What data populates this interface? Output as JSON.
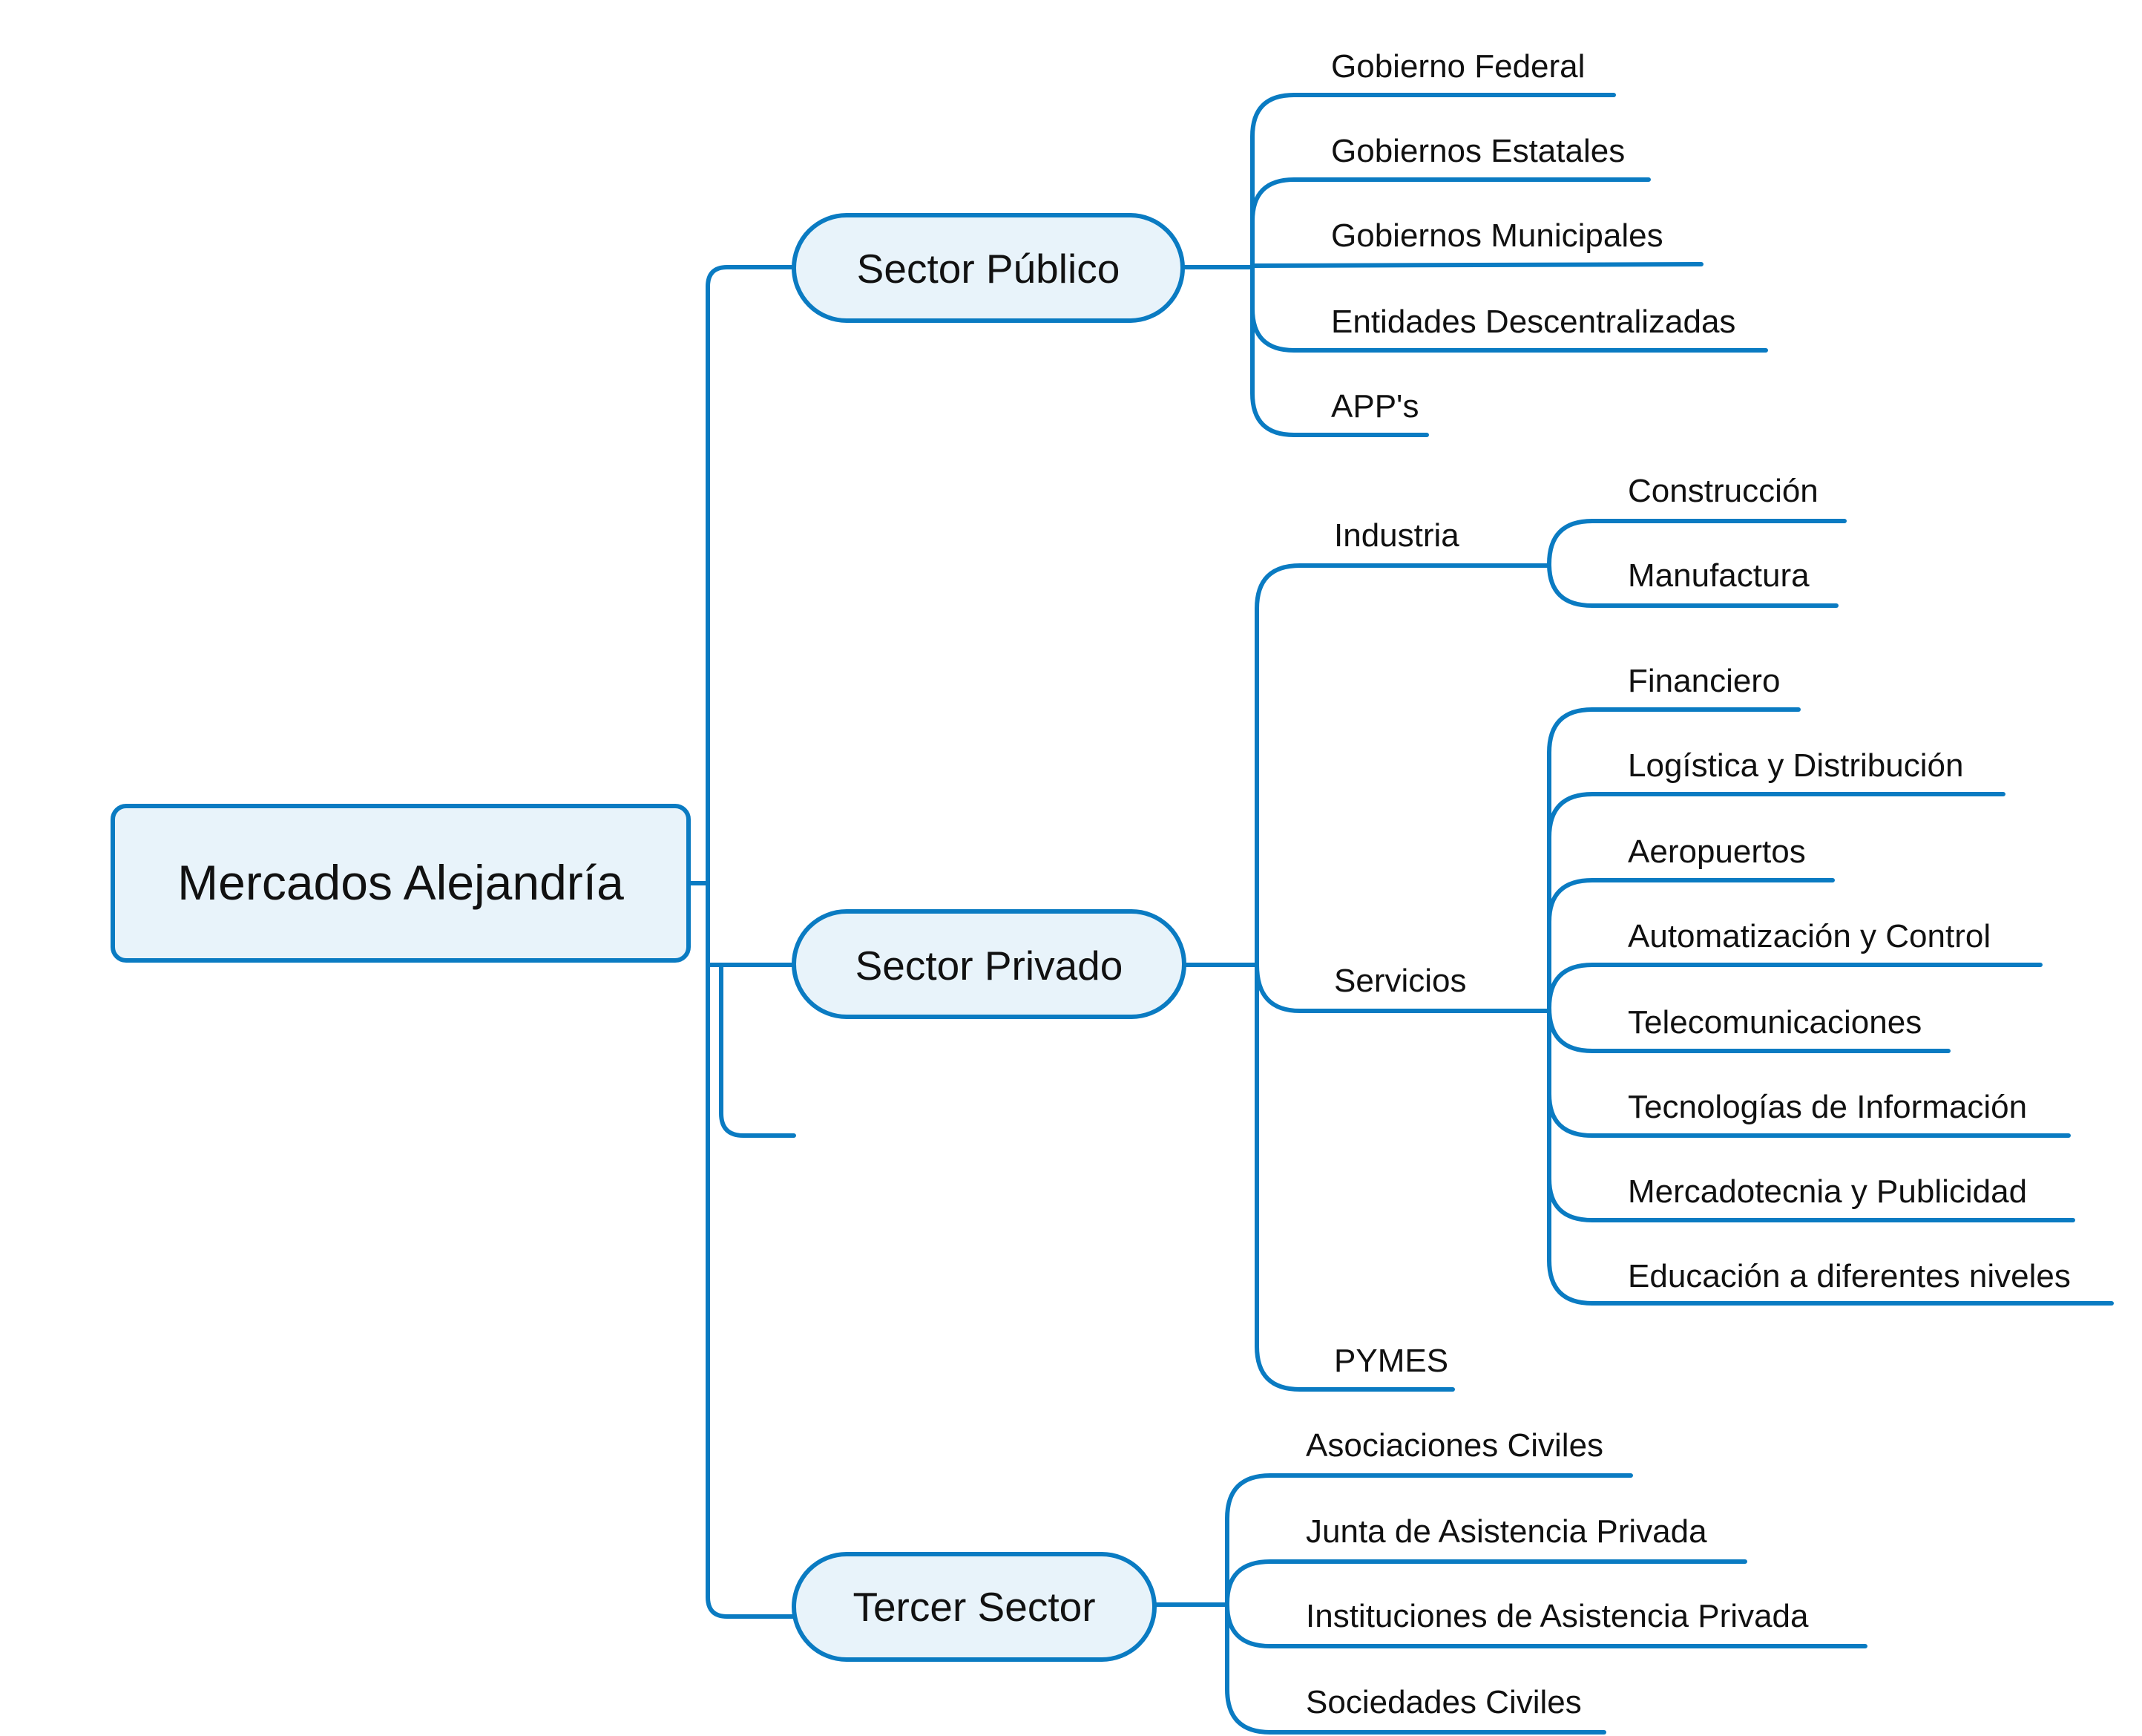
{
  "colors": {
    "line": "#0A7BC2",
    "node_fill": "#E8F3FA",
    "text": "#111111",
    "background": "#FFFFFF"
  },
  "root": {
    "label": "Mercados Alejandría"
  },
  "sectors": [
    {
      "label": "Sector Público",
      "children": [
        {
          "label": "Gobierno Federal"
        },
        {
          "label": "Gobiernos Estatales"
        },
        {
          "label": "Gobiernos Municipales"
        },
        {
          "label": "Entidades Descentralizadas"
        },
        {
          "label": "APP's"
        }
      ]
    },
    {
      "label": "Sector Privado",
      "children": [
        {
          "label": "Industria",
          "children": [
            {
              "label": "Construcción"
            },
            {
              "label": "Manufactura"
            }
          ]
        },
        {
          "label": "Servicios",
          "children": [
            {
              "label": "Financiero"
            },
            {
              "label": "Logística y Distribución"
            },
            {
              "label": "Aeropuertos"
            },
            {
              "label": "Automatización y Control"
            },
            {
              "label": "Telecomunicaciones"
            },
            {
              "label": "Tecnologías de Información"
            },
            {
              "label": "Mercadotecnia y Publicidad"
            },
            {
              "label": "Educación a diferentes niveles"
            }
          ]
        },
        {
          "label": "PYMES"
        }
      ]
    },
    {
      "label": "Tercer Sector",
      "children": [
        {
          "label": "Asociaciones Civiles"
        },
        {
          "label": "Junta de Asistencia Privada"
        },
        {
          "label": "Instituciones de Asistencia Privada"
        },
        {
          "label": "Sociedades Civiles"
        }
      ]
    }
  ]
}
